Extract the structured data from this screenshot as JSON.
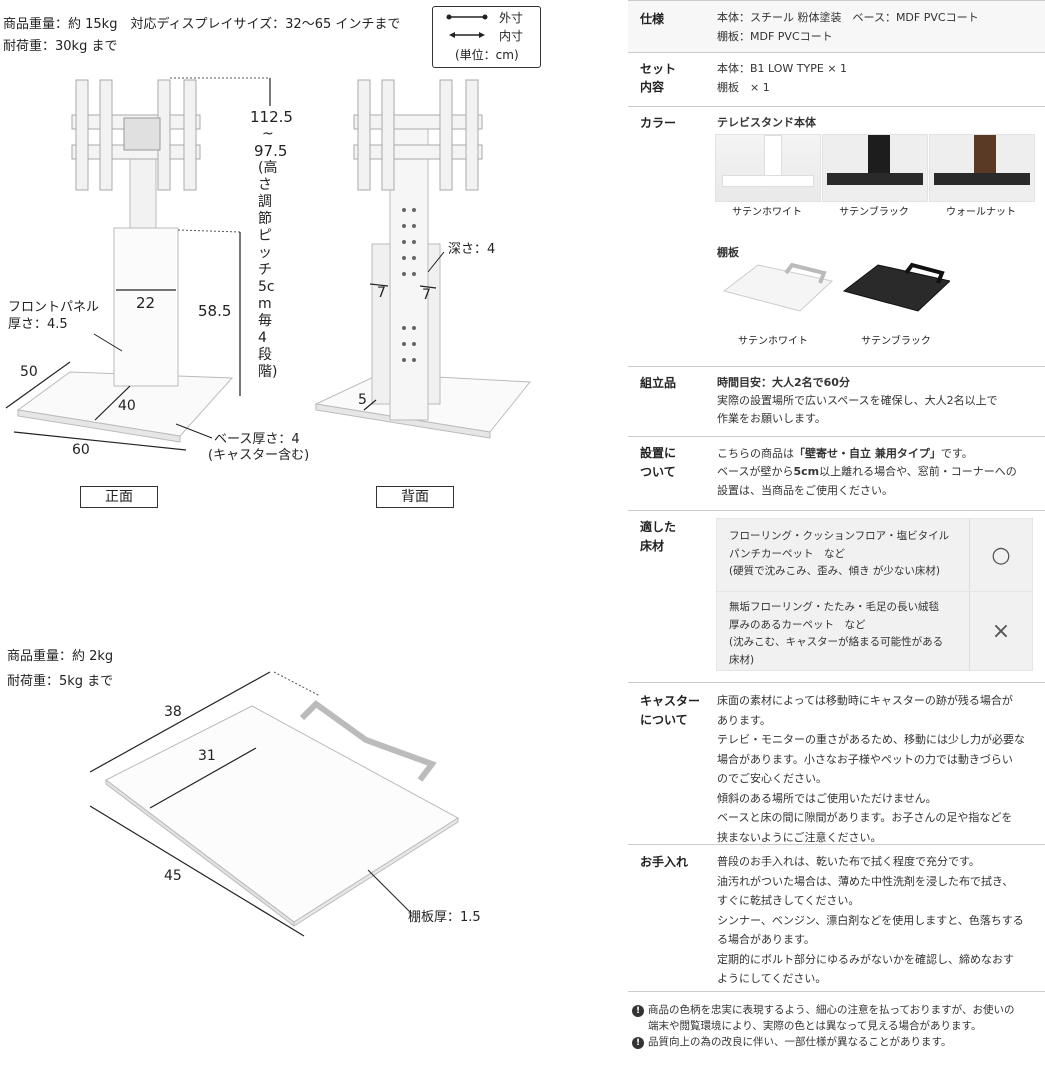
{
  "stand": {
    "weight_line1": "商品重量：約 15kg　対応ディスプレイサイズ：32～65 インチまで",
    "weight_line2": "耐荷重：30kg まで",
    "legend_outer": "外寸",
    "legend_inner": "内寸",
    "legend_unit": "(単位：cm)",
    "dim_height_top": "112.5",
    "dim_height_tilde": "~",
    "dim_height_bottom": "97.5",
    "dim_height_note": "(高さ調節ピッチ5cm毎 4段階)",
    "dim_panel_width": "22",
    "dim_panel_height": "58.5",
    "front_panel_label_1": "フロントパネル",
    "front_panel_label_2": "厚さ：4.5",
    "dim_base_depth": "50",
    "dim_base_inner": "40",
    "dim_base_width": "60",
    "base_thickness_1": "ベース厚さ：4",
    "base_thickness_2": "(キャスター含む)",
    "depth_label": "深さ：4",
    "dim_7_left": "7",
    "dim_7_right": "7",
    "dim_5": "5",
    "front_caption": "正面",
    "back_caption": "背面"
  },
  "shelf": {
    "weight": "商品重量：約 2kg",
    "load": "耐荷重：5kg まで",
    "dim_38": "38",
    "dim_31": "31",
    "dim_45": "45",
    "thickness": "棚板厚：1.5"
  },
  "spec": {
    "material_label": "仕様",
    "material_val_1": "本体：スチール 粉体塗装　ベース：MDF PVCコート",
    "material_val_2": "棚板：MDF PVCコート",
    "set_label_1": "セット",
    "set_label_2": "内容",
    "set_val_1": "本体：B1 LOW TYPE × 1",
    "set_val_2": "棚板　× 1",
    "color_label": "カラー",
    "color_title": "テレビスタンド本体",
    "colors": [
      "サテンホワイト",
      "サテンブラック",
      "ウォールナット"
    ],
    "shelf_title": "棚板",
    "shelf_colors": [
      "サテンホワイト",
      "サテンブラック"
    ],
    "assembly_label": "組立品",
    "assembly_bold": "時間目安：大人2名で60分",
    "assembly_val_1": "実際の設置場所で広いスペースを確保し、大人2名以上で",
    "assembly_val_2": "作業をお願いします。",
    "install_label_1": "設置に",
    "install_label_2": "ついて",
    "install_val_1a": "こちらの商品は",
    "install_val_1b": "「壁寄せ・自立 兼用タイプ」",
    "install_val_1c": "です。",
    "install_val_2a": "ベースが壁から",
    "install_val_2b": "5cm",
    "install_val_2c": "以上離れる場合や、窓前・コーナーへの",
    "install_val_3": "設置は、当商品をご使用ください。",
    "floor_label_1": "適した",
    "floor_label_2": "床材",
    "floor_ok_1": "フローリング・クッションフロア・塩ビタイル",
    "floor_ok_2": "パンチカーペット　など",
    "floor_ok_3": "(硬質で沈みこみ、歪み、傾き が少ない床材)",
    "floor_ok_mark": "○",
    "floor_ng_1": "無垢フローリング・たたみ・毛足の長い絨毯",
    "floor_ng_2": "厚みのあるカーペット　など",
    "floor_ng_3": "(沈みこむ、キャスターが絡まる可能性がある",
    "floor_ng_4": "床材)",
    "floor_ng_mark": "×",
    "caster_label_1": "キャスター",
    "caster_label_2": "について",
    "caster_lines": [
      "床面の素材によっては移動時にキャスターの跡が残る場合が",
      "あります。",
      "テレビ・モニターの重さがあるため、移動には少し力が必要な",
      "場合があります。小さなお子様やペットの力では動きづらい",
      "のでご安心ください。",
      "傾斜のある場所ではご使用いただけません。",
      "ベースと床の間に隙間があります。お子さんの足や指などを",
      "挟まないようにご注意ください。"
    ],
    "care_label": "お手入れ",
    "care_lines": [
      "普段のお手入れは、乾いた布で拭く程度で充分です。",
      "油汚れがついた場合は、薄めた中性洗剤を浸した布で拭き、",
      "すぐに乾拭きしてください。",
      "シンナー、ベンジン、漂白剤などを使用しますと、色落ちする",
      "る場合があります。",
      "定期的にボルト部分にゆるみがないかを確認し、締めなおす",
      "ようにしてください。"
    ],
    "notes": [
      "商品の色柄を忠実に表現するよう、細心の注意を払っておりますが、お使いの",
      "端末や閲覧環境により、実際の色とは異なって見える場合があります。",
      "品質向上の為の改良に伴い、一部仕様が異なることがあります。"
    ]
  }
}
